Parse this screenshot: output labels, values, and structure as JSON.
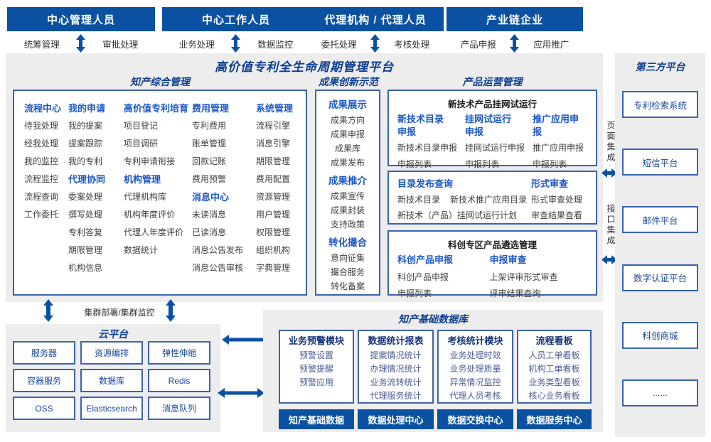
{
  "colors": {
    "header_bar": "#0b51a2",
    "accent_blue": "#1b57c9",
    "navy": "#0d3e92",
    "item_text": "#3f3f3f",
    "box_border": "#3b63ad",
    "panel_bg": "#ededed"
  },
  "roles": [
    {
      "title": "中心管理人员",
      "left": "统筹管理",
      "right": "审批处理"
    },
    {
      "title": "中心工作人员",
      "left": "业务处理",
      "right": "数据监控"
    },
    {
      "title": "代理机构 / 代理人员",
      "left": "委托处理",
      "right": "考核处理"
    },
    {
      "title": "产业链企业",
      "left": "产品申报",
      "right": "应用推广"
    }
  ],
  "platform_title": "高价值专利全生命周期管理平台",
  "ip": {
    "title": "知产综合管理",
    "cols": [
      {
        "blocks": [
          {
            "h": "流程中心",
            "items": [
              "待我处理",
              "经我处理",
              "我的监控",
              "流程监控",
              "流程查询",
              "工作委托"
            ]
          }
        ]
      },
      {
        "blocks": [
          {
            "h": "我的申请",
            "items": [
              "我的提案",
              "提案跟踪",
              "我的专利"
            ]
          },
          {
            "h": "代理协同",
            "items": [
              "委案处理",
              "撰写处理",
              "专利答复",
              "期限管理",
              "机构信息"
            ]
          }
        ]
      },
      {
        "blocks": [
          {
            "h": "高价值专利培育",
            "items": [
              "项目登记",
              "项目调研",
              "专利申请衔接"
            ]
          },
          {
            "h": "机构管理",
            "items": [
              "代理机构库",
              "机构年度评价",
              "代理人年度评价",
              "数据统计"
            ]
          }
        ]
      },
      {
        "blocks": [
          {
            "h": "费用管理",
            "items": [
              "专利费用",
              "账单管理",
              "回款记账",
              "费用预警"
            ]
          },
          {
            "h": "消息中心",
            "items": [
              "未读消息",
              "已读消息",
              "消息公告发布",
              "消息公告审核"
            ]
          }
        ]
      },
      {
        "blocks": [
          {
            "h": "系统管理",
            "items": [
              "流程引擎",
              "消息引擎",
              "期限管理",
              "费用配置",
              "资源管理",
              "用户管理",
              "权限管理",
              "组织机构",
              "字典管理"
            ]
          }
        ]
      }
    ]
  },
  "achv": {
    "title": "成果创新示范",
    "blocks": [
      {
        "h": "成果展示",
        "items": [
          "成果方向",
          "成果申报",
          "成果库",
          "成果发布"
        ]
      },
      {
        "h": "成果推介",
        "items": [
          "成果宣传",
          "成果封装",
          "支持政策"
        ]
      },
      {
        "h": "转化撮合",
        "items": [
          "意向征集",
          "撮合服务",
          "转化备案"
        ]
      }
    ]
  },
  "ops": {
    "title": "产品运营管理",
    "box_trial": {
      "header": "新技术产品挂网试运行",
      "cols": [
        {
          "h": "新技术目录申报",
          "items": [
            "新技术目录申报",
            "申报列表"
          ]
        },
        {
          "h": "挂网试运行申报",
          "items": [
            "挂网试运行申报",
            "申报列表"
          ]
        },
        {
          "h": "推广应用申报",
          "items": [
            "推广应用申报",
            "申报列表"
          ]
        }
      ]
    },
    "box_query": {
      "left_h": "目录发布查询",
      "row1a": "新技术目录",
      "row1b": "新技术推广应用目录",
      "row2": "新技术（产品）挂网试运行计划",
      "right_h": "形式审查",
      "right_items": [
        "形式审查处理",
        "审查结果查看"
      ]
    },
    "box_select": {
      "header": "科创专区产品遴选管理",
      "cols": [
        {
          "h": "科创产品申报",
          "items": [
            "科创产品申报",
            "申报列表"
          ]
        },
        {
          "h": "申报审查",
          "items": [
            "上架评审形式审查",
            "评审结果查询"
          ]
        }
      ]
    }
  },
  "integration": {
    "page": "页面集成",
    "api": "接口集成"
  },
  "third_party": {
    "title": "第三方平台",
    "items": [
      "专利检索系统",
      "短信平台",
      "邮件平台",
      "数字认证平台",
      "科创商城",
      "......"
    ]
  },
  "cluster_label": "集群部署/集群监控",
  "cloud": {
    "title": "云平台",
    "items": [
      "服务器",
      "资源编排",
      "弹性伸缩",
      "容器服务",
      "数据库",
      "Redis",
      "OSS",
      "Elasticsearch",
      "消息队列"
    ]
  },
  "db": {
    "title": "知产基础数据库",
    "modules": [
      {
        "h": "业务预警模块",
        "items": [
          "预警设置",
          "预警提醒",
          "预警应用"
        ]
      },
      {
        "h": "数据统计报表",
        "items": [
          "提案情况统计",
          "办理情况统计",
          "业务流转统计",
          "代理服务统计"
        ]
      },
      {
        "h": "考核统计模块",
        "items": [
          "业务处理时效",
          "业务处理质量",
          "异常情况监控",
          "代理人员考核"
        ]
      },
      {
        "h": "流程看板",
        "items": [
          "人员工单看板",
          "机构工单看板",
          "业务类型看板",
          "核心业务看板"
        ]
      }
    ],
    "bottom": [
      "知产基础数据",
      "数据处理中心",
      "数据交换中心",
      "数据服务中心"
    ]
  }
}
